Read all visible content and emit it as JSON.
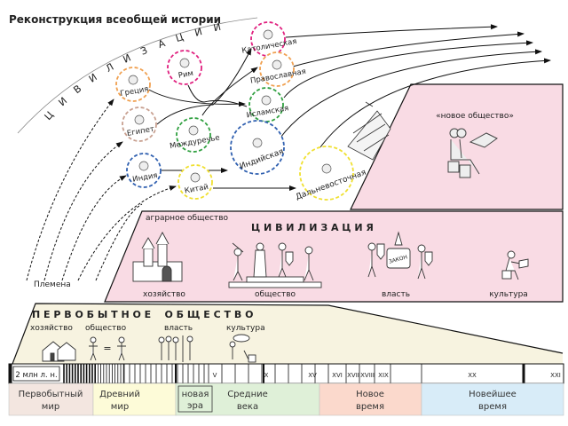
{
  "title": "Реконструкция всеобщей истории",
  "arc_label": "Ц И В И Л И З А Ц И И",
  "tribes_label": "Племена",
  "ancient_civilizations": [
    {
      "name": "Греция",
      "color": "#f0a050"
    },
    {
      "name": "Рим",
      "color": "#e0207f"
    },
    {
      "name": "Египет",
      "color": "#c8a090"
    },
    {
      "name": "Междуречье",
      "color": "#30a040"
    },
    {
      "name": "Индия",
      "color": "#3060b0"
    },
    {
      "name": "Китай",
      "color": "#f0e030"
    }
  ],
  "world_civilizations": [
    {
      "name": "Католическая",
      "color": "#e0207f"
    },
    {
      "name": "Православная",
      "color": "#f0a050"
    },
    {
      "name": "Исламская",
      "color": "#30a040"
    },
    {
      "name": "Индийская",
      "color": "#3060b0"
    },
    {
      "name": "Дальневосточная",
      "color": "#f0e030"
    }
  ],
  "new_society": {
    "label": "«новое общество»",
    "color": "#f9dbe4"
  },
  "agrarian": {
    "label": "аграрное общество",
    "heading": "Ц И В И Л И З А Ц И Я",
    "items": [
      "хозяйство",
      "общество",
      "власть",
      "культура"
    ],
    "law_scroll": "ЗАКОН",
    "color": "#f9dbe4"
  },
  "primitive": {
    "heading": "П Е Р В О Б Ы Т Н О Е    О Б Щ Е С Т В О",
    "items": [
      "хозяйство",
      "общество",
      "власть",
      "культура"
    ],
    "equals": "=",
    "color": "#f7f3e0"
  },
  "timeline": {
    "start_label": "2 млн л. н.",
    "centuries": [
      "V",
      "X",
      "XV",
      "XVI",
      "XVII",
      "XVIII",
      "XIX",
      "XX",
      "XXI"
    ]
  },
  "eras": [
    {
      "line1": "Первобытный",
      "line2": "мир",
      "color": "#f3e6e0"
    },
    {
      "line1": "Древний",
      "line2": "мир",
      "color": "#fdfbd8"
    },
    {
      "line1": "Средние",
      "line2": "века",
      "color": "#dff0d8"
    },
    {
      "line1": "Новое",
      "line2": "время",
      "color": "#fbd9cc"
    },
    {
      "line1": "Новейшее",
      "line2": "время",
      "color": "#d8ecf8"
    }
  ],
  "new_era": {
    "line1": "новая",
    "line2": "эра"
  }
}
